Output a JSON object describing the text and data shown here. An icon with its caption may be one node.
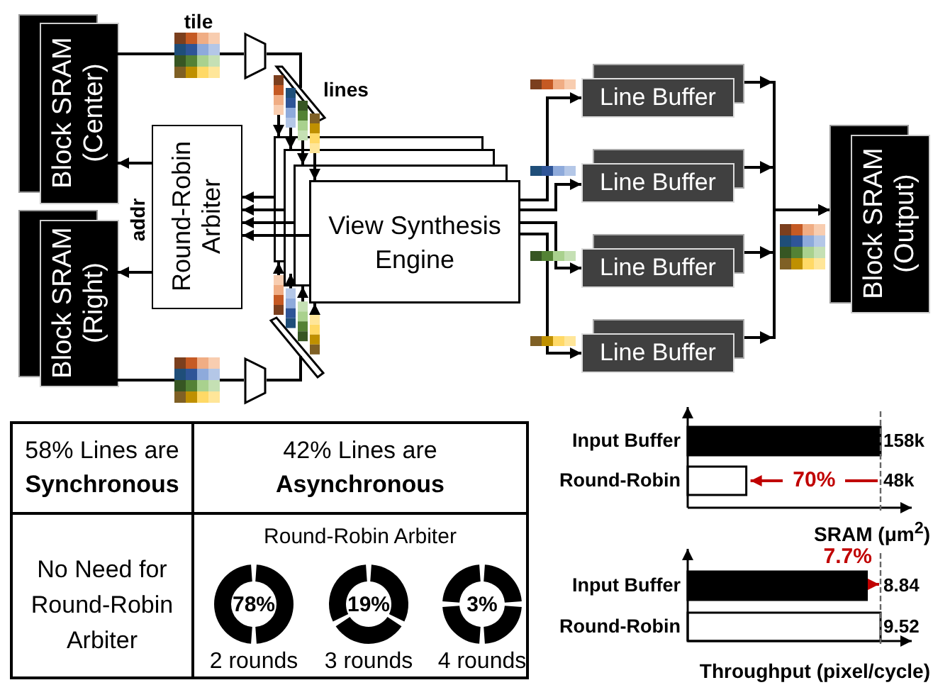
{
  "diagram": {
    "nodes": [
      {
        "text": [
          "Block SRAM (Center)"
        ]
      },
      {
        "text": [
          "Block SRAM (Right)"
        ]
      },
      {
        "text": [
          "Round-Robin Arbiter"
        ]
      },
      {
        "text": [
          "View Synthesis Engine"
        ]
      },
      {
        "text": [
          "Line Buffer"
        ]
      },
      {
        "text": [
          "Line Buffer"
        ]
      },
      {
        "text": [
          "Line Buffer"
        ]
      },
      {
        "text": [
          "Line Buffer"
        ]
      },
      {
        "text": [
          "Block SRAM (Output)"
        ]
      },
      {
        "text": [],
        "shape": "trapezoid"
      },
      {
        "text": [],
        "shape": "trapezoid"
      },
      {
        "text": [],
        "shape": "parallelogram"
      },
      {
        "text": [],
        "shape": "parallelogram"
      }
    ],
    "edges": [
      {
        "from": 0,
        "to": 9,
        "arrow": "none"
      },
      {
        "from": 9,
        "to": 11,
        "arrow": "none"
      },
      {
        "from": 1,
        "to": 10,
        "arrow": "none"
      },
      {
        "from": 10,
        "to": 12,
        "arrow": "none"
      },
      {
        "from": 11,
        "to": 3,
        "arrow": "to"
      },
      {
        "from": 11,
        "to": 3,
        "arrow": "to"
      },
      {
        "from": 11,
        "to": 3,
        "arrow": "to"
      },
      {
        "from": 11,
        "to": 3,
        "arrow": "to"
      },
      {
        "from": 12,
        "to": 3,
        "arrow": "to"
      },
      {
        "from": 12,
        "to": 3,
        "arrow": "to"
      },
      {
        "from": 12,
        "to": 3,
        "arrow": "to"
      },
      {
        "from": 12,
        "to": 3,
        "arrow": "to"
      },
      {
        "from": 3,
        "to": 2,
        "arrow": "to"
      },
      {
        "from": 3,
        "to": 2,
        "arrow": "to"
      },
      {
        "from": 3,
        "to": 2,
        "arrow": "to"
      },
      {
        "from": 3,
        "to": 2,
        "arrow": "to"
      },
      {
        "from": 2,
        "to": 0,
        "arrow": "to"
      },
      {
        "from": 2,
        "to": 1,
        "arrow": "to"
      },
      {
        "from": 3,
        "to": 4,
        "arrow": "to"
      },
      {
        "from": 3,
        "to": 5,
        "arrow": "to"
      },
      {
        "from": 3,
        "to": 6,
        "arrow": "to"
      },
      {
        "from": 3,
        "to": 7,
        "arrow": "to"
      },
      {
        "from": 4,
        "to": 8,
        "arrow": "to"
      },
      {
        "from": 5,
        "to": 8,
        "arrow": "to"
      },
      {
        "from": 6,
        "to": 8,
        "arrow": "to"
      },
      {
        "from": 7,
        "to": 8,
        "arrow": "to"
      }
    ],
    "labels": [
      "tile",
      "lines",
      "addr",
      "58% Lines are **Synchronous**",
      "42% Lines are **Asynchronous**",
      "No Need for Round-Robin Arbiter",
      "Round-Robin Arbiter",
      "78%",
      "19%",
      "3%",
      "2 rounds",
      "3 rounds",
      "4 rounds"
    ],
    "chart_data": [
      {
        "type": "bar",
        "orientation": "horizontal",
        "categories": [
          "Input Buffer",
          "Round-Robin"
        ],
        "values": [
          158000,
          48000
        ],
        "value_labels": [
          "158k",
          "48k"
        ],
        "xlabel": "SRAM (μm$^{2}$)",
        "annotations": [
          "70%"
        ]
      },
      {
        "type": "bar",
        "orientation": "horizontal",
        "categories": [
          "Input Buffer",
          "Round-Robin"
        ],
        "values": [
          8.84,
          9.52
        ],
        "value_labels": [
          "8.84",
          "9.52"
        ],
        "xlabel": "Throughput (pixel/cycle)",
        "annotations": [
          "7.7%"
        ]
      }
    ]
  }
}
